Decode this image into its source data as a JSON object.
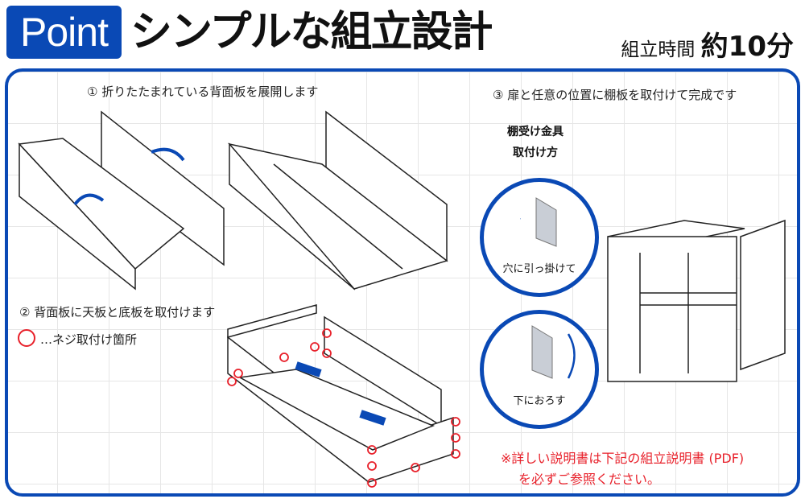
{
  "header": {
    "badge": "Point",
    "title": "シンプルな組立設計",
    "time_label": "組立時間",
    "time_value": "約10分"
  },
  "steps": {
    "step1": "① 折りたたまれている背面板を展開します",
    "step2": "② 背面板に天板と底板を取付けます",
    "legend": "…ネジ取付け箇所",
    "step3": "③ 扉と任意の位置に棚板を取付けて完成です"
  },
  "bracket": {
    "heading1": "棚受け金具",
    "heading2": "取付け方",
    "caption1": "穴に引っ掛けて",
    "caption2": "下におろす"
  },
  "note": {
    "line1": "※詳しい説明書は下記の組立説明書 (PDF)",
    "line2": "を必ずご参照ください。"
  },
  "colors": {
    "accent": "#0a49b5",
    "screw_marker": "#e8202a"
  }
}
